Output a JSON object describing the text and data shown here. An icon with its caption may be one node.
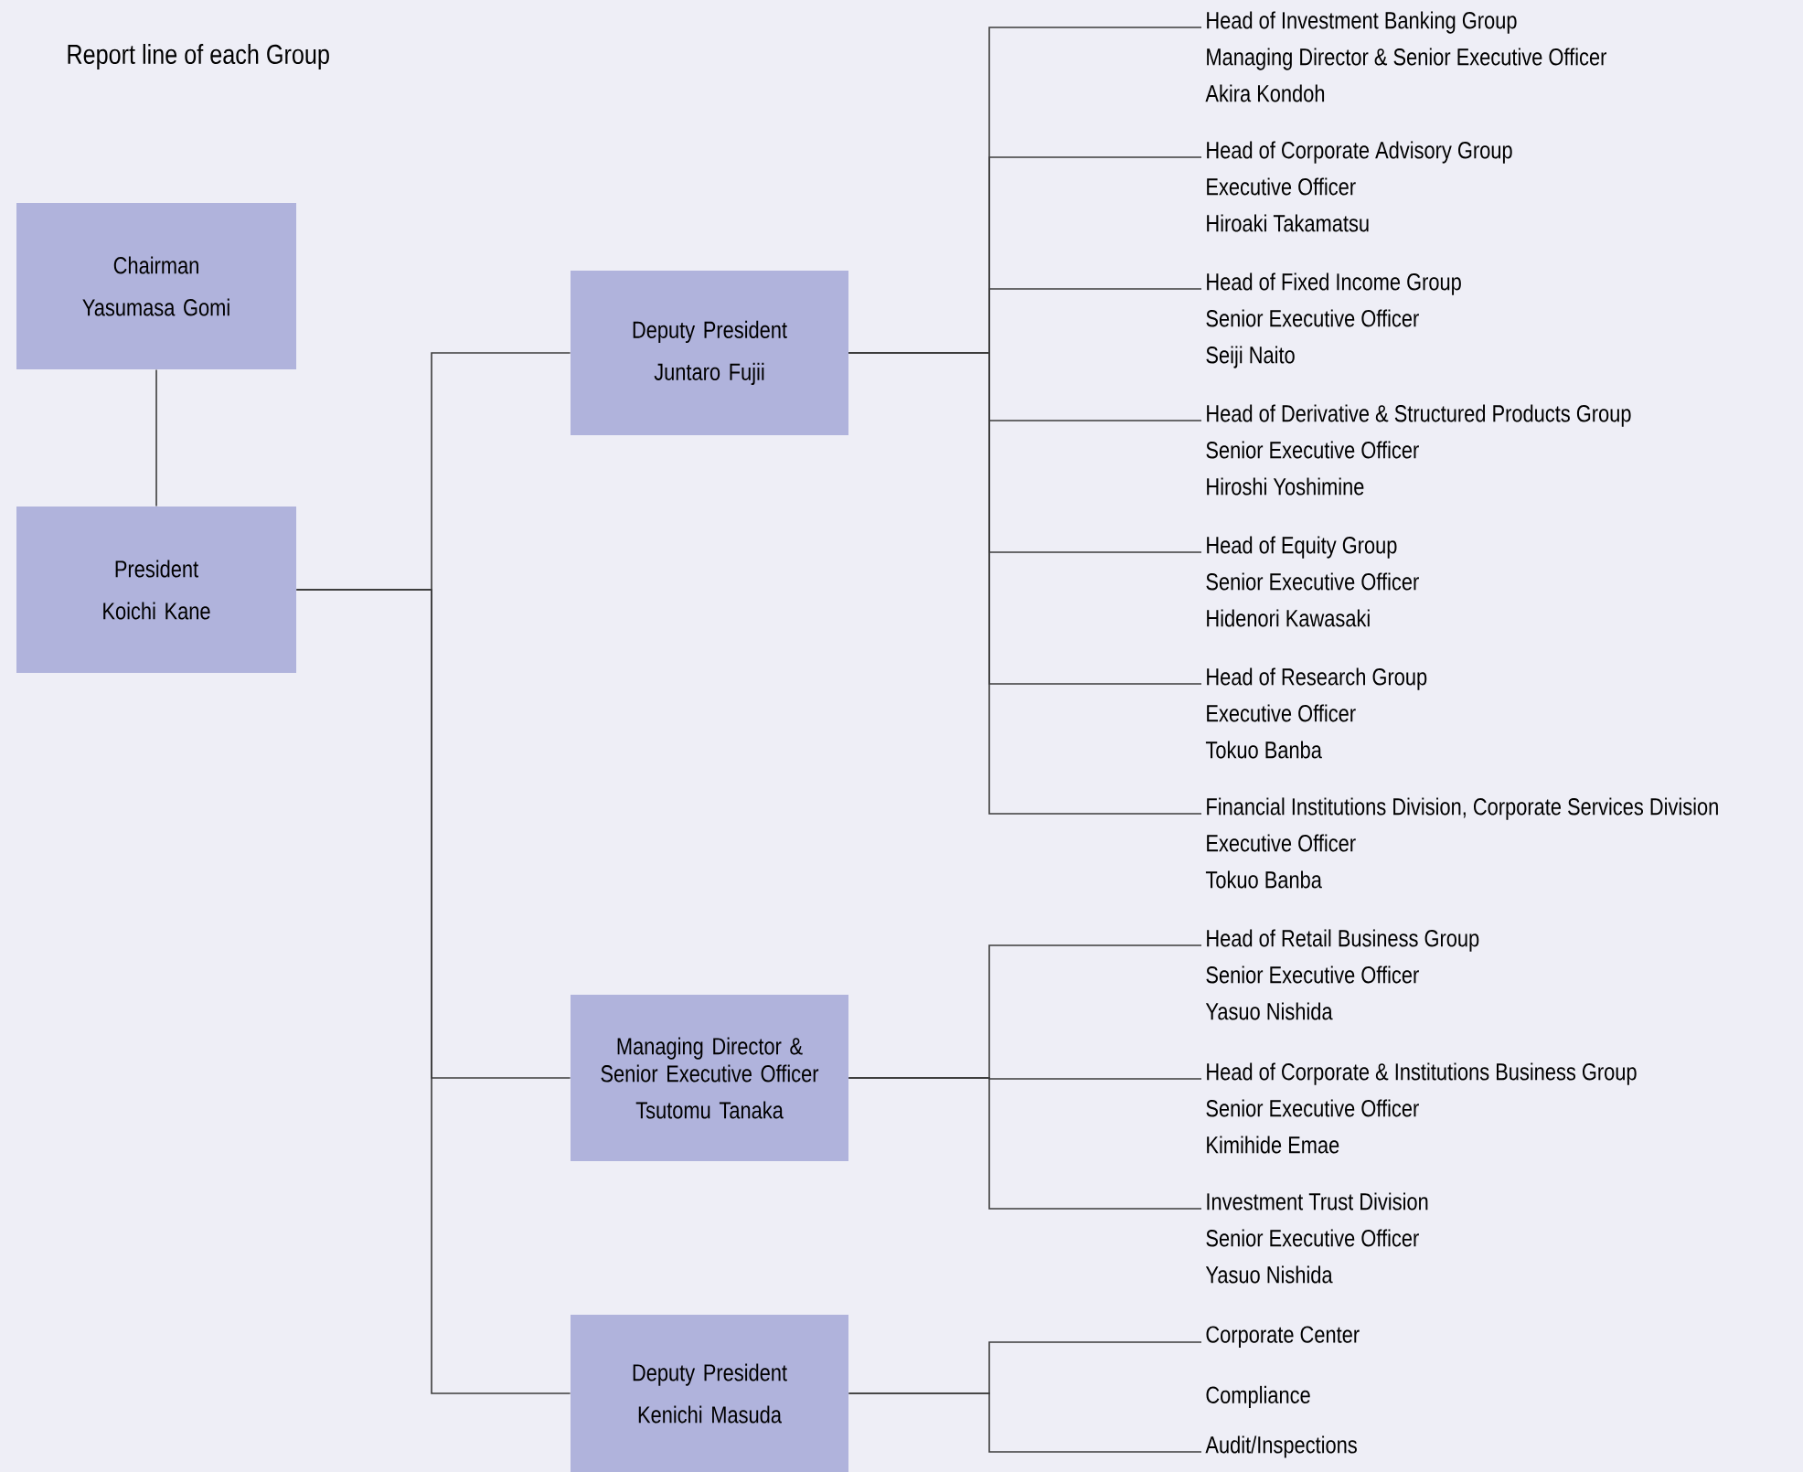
{
  "diagram": {
    "title": "Report line of each Group",
    "nodes": [
      {
        "text": [
          "Chairman",
          "Yasumasa Gomi"
        ]
      },
      {
        "text": [
          "President",
          "Koichi Kane"
        ]
      },
      {
        "text": [
          "Deputy President",
          "Juntaro Fujii"
        ]
      },
      {
        "text": [
          "Managing Director & Senior Executive Officer",
          "Tsutomu Tanaka"
        ]
      },
      {
        "text": [
          "Deputy President",
          "Kenichi Masuda"
        ]
      },
      {
        "text": [
          "Head of Investment Banking Group",
          "Managing Director & Senior Executive Officer",
          "Akira Kondoh"
        ]
      },
      {
        "text": [
          "Head of Corporate Advisory Group",
          "Executive Officer",
          "Hiroaki Takamatsu"
        ]
      },
      {
        "text": [
          "Head of Fixed Income Group",
          "Senior Executive Officer",
          "Seiji Naito"
        ]
      },
      {
        "text": [
          "Head of Derivative & Structured Products Group",
          "Senior Executive Officer",
          "Hiroshi Yoshimine"
        ]
      },
      {
        "text": [
          "Head of Equity Group",
          "Senior Executive Officer",
          "Hidenori Kawasaki"
        ]
      },
      {
        "text": [
          "Head of Research Group",
          "Executive Officer",
          "Tokuo Banba"
        ]
      },
      {
        "text": [
          "Financial Institutions Division, Corporate Services Division",
          "Executive Officer",
          "Tokuo Banba"
        ]
      },
      {
        "text": [
          "Head of Retail Business Group",
          "Senior Executive Officer",
          "Yasuo Nishida"
        ]
      },
      {
        "text": [
          "Head of Corporate & Institutions Business Group",
          "Senior Executive Officer",
          "Kimihide  Emae"
        ]
      },
      {
        "text": [
          "Investment Trust Division",
          "Senior Executive Officer",
          "Yasuo Nishida"
        ]
      },
      {
        "text": [
          "Corporate Center"
        ]
      },
      {
        "text": [
          "Audit/Inspections"
        ]
      }
    ],
    "edges": [
      {
        "from": 0,
        "to": 1,
        "arrow": "none"
      },
      {
        "from": 1,
        "to": 2,
        "arrow": "none"
      },
      {
        "from": 1,
        "to": 3,
        "arrow": "none"
      },
      {
        "from": 1,
        "to": 4,
        "arrow": "none"
      },
      {
        "from": 2,
        "to": 5,
        "arrow": "none"
      },
      {
        "from": 2,
        "to": 6,
        "arrow": "none"
      },
      {
        "from": 2,
        "to": 7,
        "arrow": "none"
      },
      {
        "from": 2,
        "to": 8,
        "arrow": "none"
      },
      {
        "from": 2,
        "to": 9,
        "arrow": "none"
      },
      {
        "from": 2,
        "to": 10,
        "arrow": "none"
      },
      {
        "from": 2,
        "to": 11,
        "arrow": "none"
      },
      {
        "from": 3,
        "to": 12,
        "arrow": "none"
      },
      {
        "from": 3,
        "to": 13,
        "arrow": "none"
      },
      {
        "from": 3,
        "to": 14,
        "arrow": "none"
      },
      {
        "from": 4,
        "to": 15,
        "arrow": "none"
      },
      {
        "from": 4,
        "to": 16,
        "arrow": "none"
      }
    ],
    "labels": [
      "Compliance"
    ]
  }
}
